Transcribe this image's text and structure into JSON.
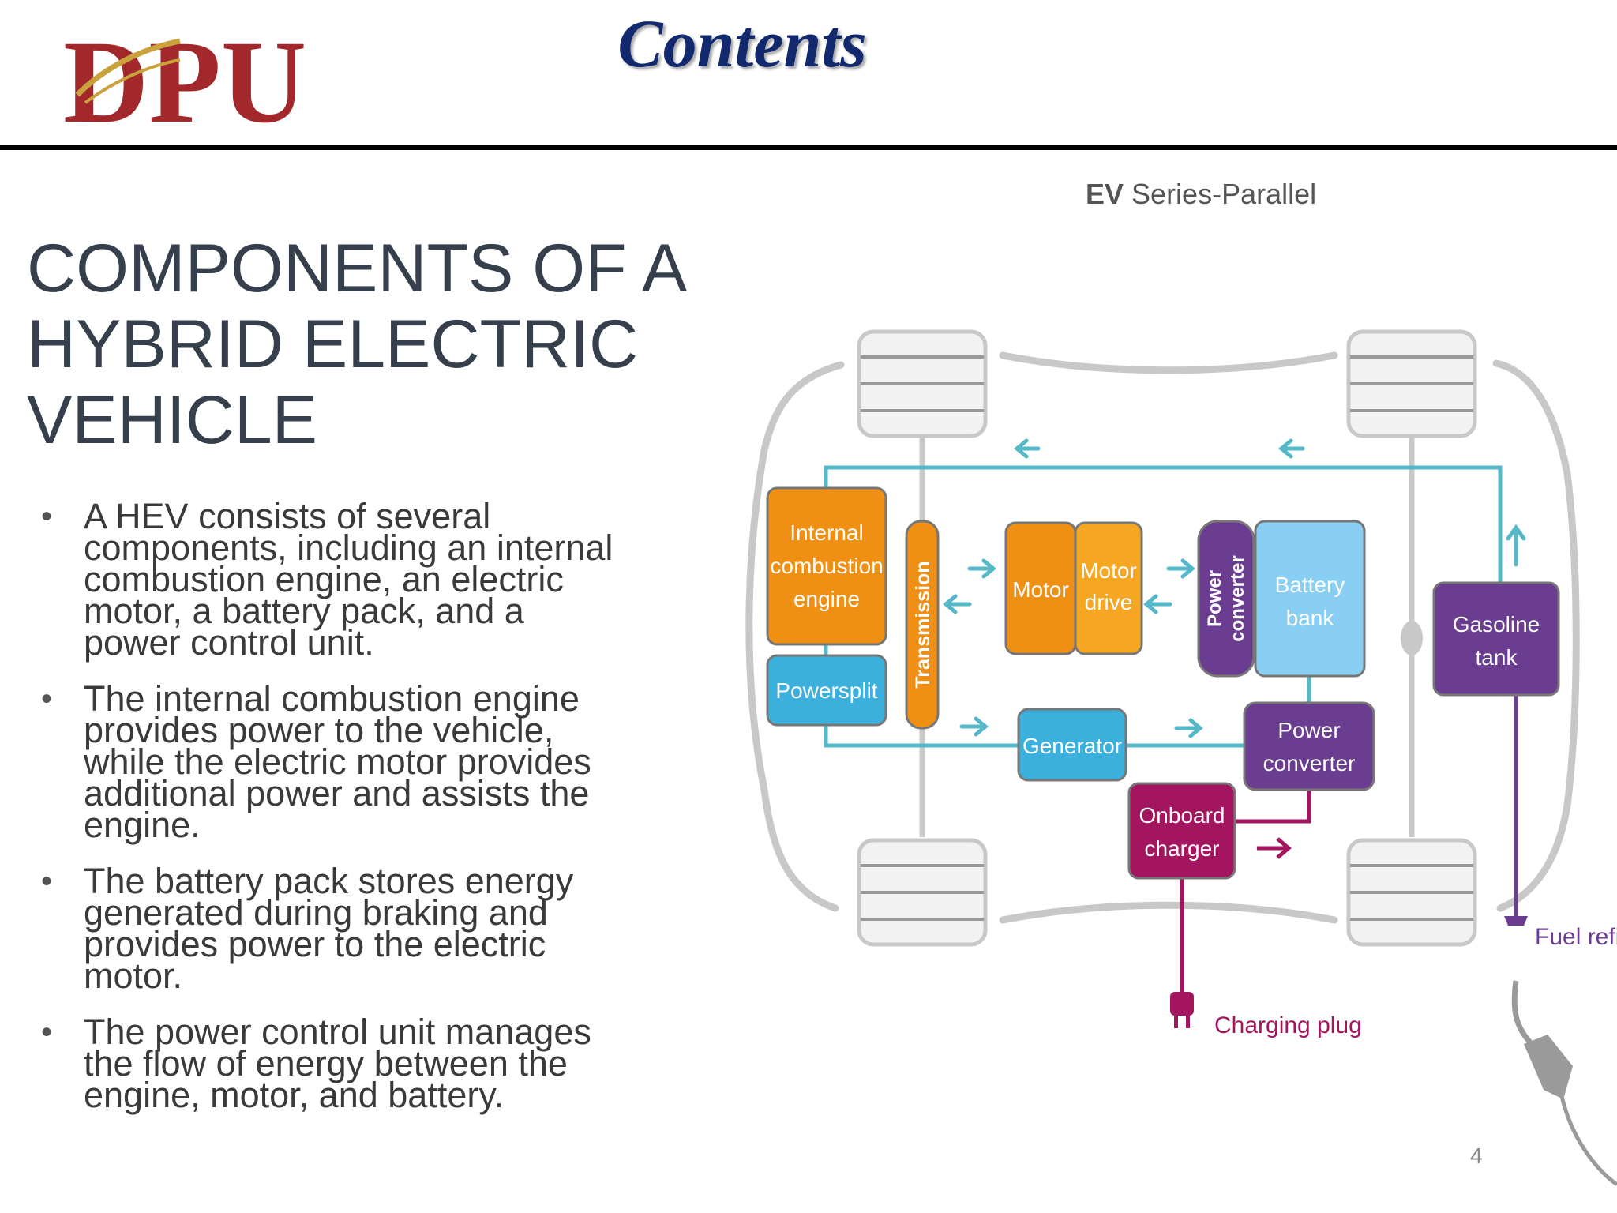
{
  "header": {
    "logo_text": "DPU",
    "title": "Contents"
  },
  "slide": {
    "title_lines": [
      "COMPONENTS OF A",
      "HYBRID ELECTRIC",
      "VEHICLE"
    ],
    "bullets": [
      [
        "A HEV consists of several",
        "components, including an internal",
        "combustion engine, an electric",
        "motor, a battery pack, and a",
        "power control unit."
      ],
      [
        "The internal combustion engine",
        "provides power to the vehicle,",
        "while the electric motor provides",
        "additional power and assists the",
        "engine."
      ],
      [
        "The battery pack stores energy",
        "generated during braking and",
        "provides power to the electric",
        "motor."
      ],
      [
        "The power control unit manages",
        "the flow of energy between the",
        "engine, motor, and battery."
      ]
    ],
    "page_number": "4"
  },
  "diagram": {
    "title_bold": "EV",
    "title_rest": " Series-Parallel",
    "components": {
      "engine": [
        "Internal",
        "combustion",
        "engine"
      ],
      "powersplit": "Powersplit",
      "transmission": "Transmission",
      "motor": "Motor",
      "motor_drive": [
        "Motor",
        "drive"
      ],
      "power_converter_vertical": [
        "Power",
        "converter"
      ],
      "battery": [
        "Battery",
        "bank"
      ],
      "gasoline": [
        "Gasoline",
        "tank"
      ],
      "generator": "Generator",
      "power_converter": [
        "Power",
        "converter"
      ],
      "onboard_charger": [
        "Onboard",
        "charger"
      ],
      "fuel_refill": "Fuel refill",
      "charging_plug": "Charging plug"
    },
    "colors": {
      "orange": "#ef8f13",
      "light_orange": "#f5a623",
      "blue": "#3bb0dd",
      "light_blue": "#88cff3",
      "purple": "#6a3d91",
      "magenta": "#a3155e",
      "teal_line": "#54b8c9",
      "gray": "#c8c8c8"
    }
  }
}
